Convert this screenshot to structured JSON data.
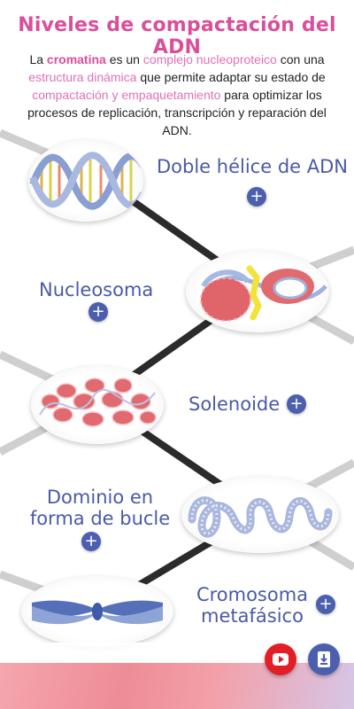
{
  "title": "Niveles de compactación del ADN",
  "intro": {
    "t1": "La ",
    "t2": "cromatina",
    "t3": " es un ",
    "t4": "complejo nucleoproteico",
    "t5": " con una ",
    "t6": "estructura dinámica",
    "t7": " que permite adaptar su estado de ",
    "t8": "compactación y empaquetamiento",
    "t9": " para optimizar los procesos de replicación, transcripción y reparación del ADN."
  },
  "levels": [
    {
      "label": "Doble hélice de ADN",
      "plus": "+"
    },
    {
      "label": "Nucleosoma",
      "plus": "+"
    },
    {
      "label": "Solenoide",
      "plus": "+"
    },
    {
      "label_line1": "Dominio en",
      "label_line2": "forma de bucle",
      "plus": "+"
    },
    {
      "label_line1": "Cromosoma",
      "label_line2": "metafásico",
      "plus": "+"
    }
  ],
  "colors": {
    "title": "#d94f9c",
    "label": "#4a5aa6",
    "plus_button": "#4c5fae",
    "youtube_button": "#e41e26"
  },
  "icons": {
    "youtube": "youtube-play-icon",
    "download": "download-icon"
  }
}
